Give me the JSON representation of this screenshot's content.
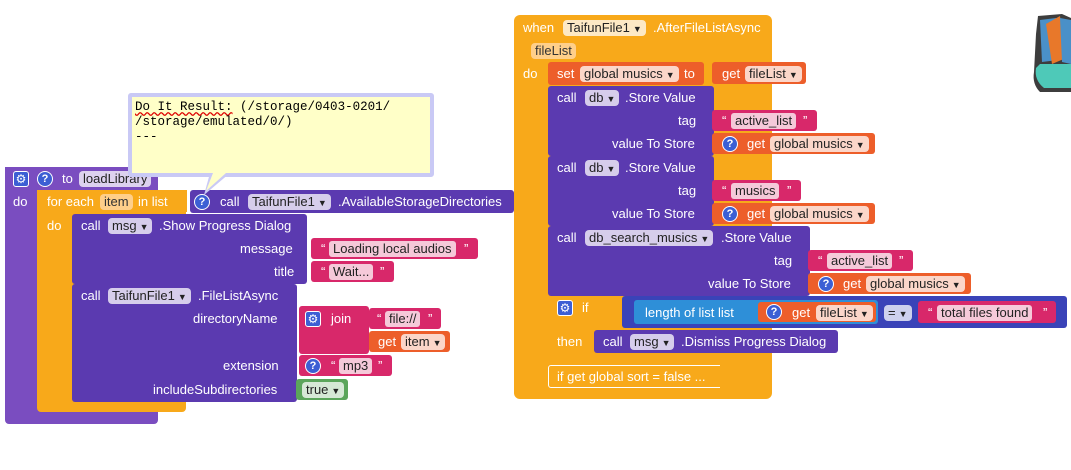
{
  "colors": {
    "procedure": "#7a4dc0",
    "control": "#f8a91a",
    "component": "#5b3ab0",
    "variable": "#ed5e2a",
    "text": "#d8286a",
    "list": "#2e8fd8",
    "logic": "#5ba55b",
    "math": "#3a43b8"
  },
  "bubble": {
    "line1_label": "Do It Result:",
    "line1_value": "(/storage/0403-0201/",
    "line2": "/storage/emulated/0/)",
    "line3": "---"
  },
  "left": {
    "proc": {
      "to": "to",
      "name": "loadLibrary",
      "do": "do"
    },
    "foreach": {
      "label": "for each",
      "var": "item",
      "in": "in list",
      "do": "do"
    },
    "storage": {
      "call": "call",
      "component": "TaifunFile1",
      "method": ".AvailableStorageDirectories"
    },
    "progress": {
      "call": "call",
      "component": "msg",
      "method": ".Show Progress Dialog",
      "message_label": "message",
      "message_value": "Loading local audios",
      "title_label": "title",
      "title_value": "Wait..."
    },
    "filelist": {
      "call": "call",
      "component": "TaifunFile1",
      "method": ".FileListAsync",
      "dir_label": "directoryName",
      "join": "join",
      "file_value": "file://",
      "get": "get",
      "get_var": "item",
      "ext_label": "extension",
      "ext_value": "mp3",
      "sub_label": "includeSubdirectories",
      "sub_value": "true"
    }
  },
  "right": {
    "event": {
      "when": "when",
      "component": "TaifunFile1",
      "event": ".AfterFileListAsync",
      "param": "fileList",
      "do": "do"
    },
    "set": {
      "set": "set",
      "var": "global musics",
      "to": "to",
      "get": "get",
      "get_var": "fileList"
    },
    "store1": {
      "call": "call",
      "component": "db",
      "method": ".Store Value",
      "tag_label": "tag",
      "tag_value": "active_list",
      "vts_label": "value To Store",
      "get": "get",
      "get_var": "global musics"
    },
    "store2": {
      "call": "call",
      "component": "db",
      "method": ".Store Value",
      "tag_label": "tag",
      "tag_value": "musics",
      "vts_label": "value To Store",
      "get": "get",
      "get_var": "global musics"
    },
    "store3": {
      "call": "call",
      "component": "db_search_musics",
      "method": ".Store Value",
      "tag_label": "tag",
      "tag_value": "active_list",
      "vts_label": "value To Store",
      "get": "get",
      "get_var": "global musics"
    },
    "ifblock": {
      "if": "if",
      "length": "length of list  list",
      "get": "get",
      "get_var": "fileList",
      "op": "=",
      "compare": "total files found",
      "then": "then",
      "call": "call",
      "component": "msg",
      "method": ".Dismiss Progress Dialog"
    },
    "collapsed": "if get global sort = false ..."
  }
}
